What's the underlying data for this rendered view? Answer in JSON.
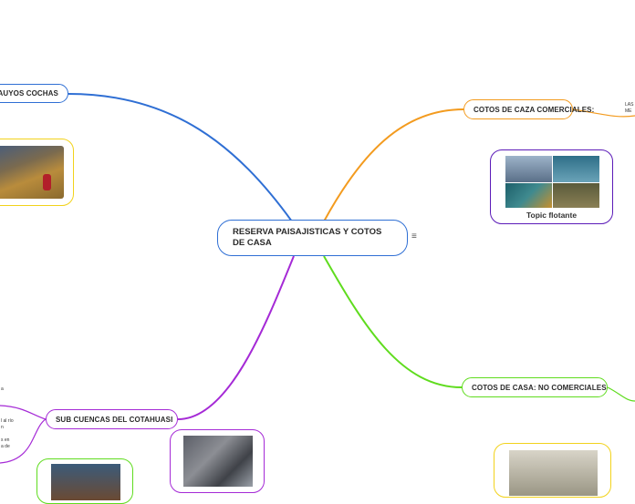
{
  "central": {
    "title": "RESERVA PAISAJISTICAS Y COTOS DE CASA",
    "note_icon": "≡"
  },
  "topics": [
    {
      "label": "AUYOS COCHAS",
      "color": "#2f6fd4"
    },
    {
      "label": "COTOS DE CAZA COMERCIALES:",
      "color": "#f39b1f"
    },
    {
      "label": "SUB CUENCAS DEL COTAHUASI",
      "color": "#a52ad6"
    },
    {
      "label": "COTOS DE CASA: NO COMERCIALES",
      "color": "#5fdc1e"
    }
  ],
  "floating": {
    "caption": "Topic flotante"
  },
  "side_text": {
    "right_top": [
      "LAS",
      "ME"
    ],
    "left_bottom": [
      "a",
      "",
      "",
      "",
      "",
      "l al río",
      "n",
      "",
      "s en",
      "a de"
    ]
  },
  "colors": {
    "blue": "#2f6fd4",
    "orange": "#f39b1f",
    "purple": "#a52ad6",
    "green": "#5fdc1e",
    "yellow": "#f2d21b"
  }
}
